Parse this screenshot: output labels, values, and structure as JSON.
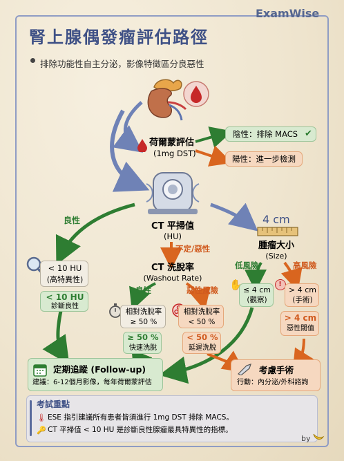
{
  "brand": "ExamWise",
  "title": "腎上腺偶發瘤評估路徑",
  "subtitle": "排除功能性自主分泌，影像特徵區分良惡性",
  "dst": {
    "title": "荷爾蒙評估",
    "sub": "(1mg DST)",
    "negative": "陰性：排除 MACS",
    "positive": "陽性：進一步檢測"
  },
  "ct": {
    "title": "CT 平掃值",
    "sub": "(HU)",
    "benign_label": "良性",
    "indeterminate_label": "不定/惡性",
    "low_hu": "< 10 HU",
    "low_hu_sub": "(高特異性)",
    "low_hu_value": "< 10 HU",
    "low_hu_diag": "診斷良性"
  },
  "washout": {
    "title": "CT 洗脫率",
    "sub": "(Washout Rate)",
    "benign_label": "良性",
    "risk_label": "惡性風險",
    "high_title": "相對洗脫率",
    "high_value": "≥ 50 %",
    "high_result": "≥ 50 %",
    "high_desc": "快速洗脫",
    "low_title": "相對洗脫率",
    "low_value": "< 50 %",
    "low_result": "< 50 %",
    "low_desc": "延遲洗脫"
  },
  "size": {
    "ruler_label": "4 cm",
    "title": "腫瘤大小",
    "sub": "(Size)",
    "low_risk": "低風險",
    "high_risk": "高風險",
    "small": "≤ 4 cm",
    "small_sub": "(觀察)",
    "large": "> 4 cm",
    "large_sub": "(手術)",
    "threshold_value": "> 4 cm",
    "threshold_desc": "惡性閾值"
  },
  "followup": {
    "title": "定期追蹤 (Follow-up)",
    "desc": "建議：6-12個月影像，每年荷爾蒙評估"
  },
  "surgery": {
    "title": "考慮手術",
    "desc": "行動：內分泌/外科諮詢"
  },
  "notes": {
    "title": "考試重點",
    "items": [
      "ESE 指引建議所有患者皆須進行 1mg DST 排除 MACS。",
      "CT 平掃值 < 10 HU 是診斷良性腺瘤最具特異性的指標。"
    ]
  },
  "signature": "by",
  "colors": {
    "green": "#2e7d32",
    "orange": "#d05a1e",
    "blue": "#3f5186",
    "red": "#c62828"
  }
}
